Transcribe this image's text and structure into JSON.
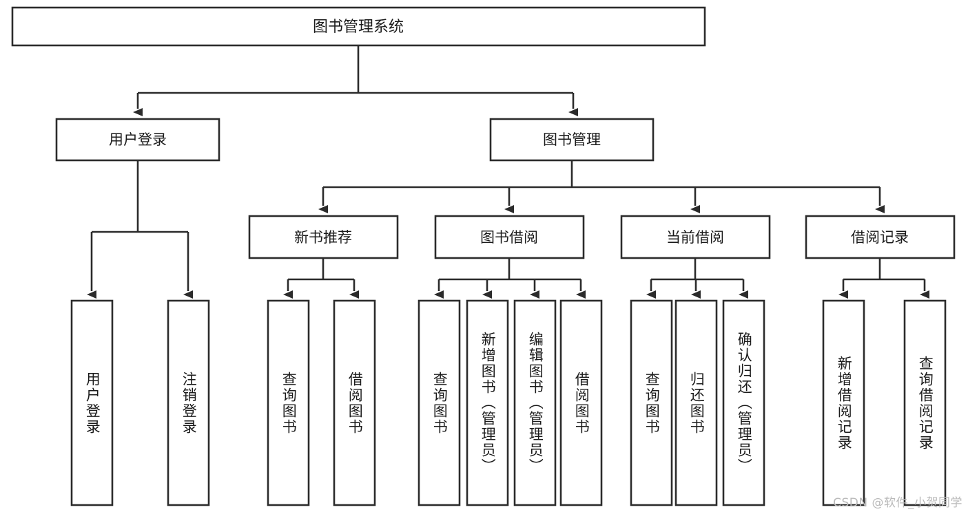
{
  "diagram": {
    "type": "tree-hierarchy-chart",
    "title": "图书管理系统",
    "watermark": "CSDN @软件_小贺同学",
    "colors": {
      "stroke": "#2b2b2b",
      "fill": "#ffffff",
      "text": "#1b1b1b",
      "watermark": "#b9b9b9",
      "background": "#ffffff"
    },
    "root": {
      "label": "图书管理系统"
    },
    "level2": [
      {
        "label": "用户登录"
      },
      {
        "label": "图书管理"
      }
    ],
    "level3": [
      {
        "label": "新书推荐"
      },
      {
        "label": "图书借阅"
      },
      {
        "label": "当前借阅"
      },
      {
        "label": "借阅记录"
      }
    ],
    "leaves": {
      "user_login": [
        "用户登录",
        "注销登录"
      ],
      "new_book_recommend": [
        "查询图书",
        "借阅图书"
      ],
      "book_borrow": [
        "查询图书",
        "新增图书（管理员）",
        "编辑图书（管理员）",
        "借阅图书"
      ],
      "current_borrow": [
        "查询图书",
        "归还图书",
        "确认归还（管理员）"
      ],
      "borrow_record": [
        "新增借阅记录",
        "查询借阅记录"
      ]
    }
  }
}
